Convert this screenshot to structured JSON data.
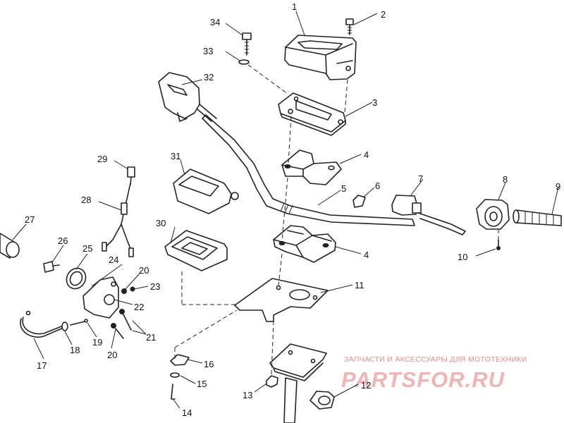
{
  "parts": [
    {
      "label": "1"
    },
    {
      "label": "2"
    },
    {
      "label": "3"
    },
    {
      "label": "4"
    },
    {
      "label": "4"
    },
    {
      "label": "5"
    },
    {
      "label": "6"
    },
    {
      "label": "7"
    },
    {
      "label": "8"
    },
    {
      "label": "9"
    },
    {
      "label": "10"
    },
    {
      "label": "11"
    },
    {
      "label": "12"
    },
    {
      "label": "13"
    },
    {
      "label": "14"
    },
    {
      "label": "15"
    },
    {
      "label": "16"
    },
    {
      "label": "17"
    },
    {
      "label": "18"
    },
    {
      "label": "19"
    },
    {
      "label": "20"
    },
    {
      "label": "20"
    },
    {
      "label": "21"
    },
    {
      "label": "22"
    },
    {
      "label": "23"
    },
    {
      "label": "24"
    },
    {
      "label": "25"
    },
    {
      "label": "26"
    },
    {
      "label": "27"
    },
    {
      "label": "28"
    },
    {
      "label": "29"
    },
    {
      "label": "30"
    },
    {
      "label": "31"
    },
    {
      "label": "32"
    },
    {
      "label": "33"
    },
    {
      "label": "34"
    }
  ],
  "watermark": {
    "subtitle": "ЗАПЧАСТИ И АКСЕССУАРЫ ДЛЯ МОТОТЕХНИКИ",
    "brand": "PARTSFOR.RU"
  }
}
